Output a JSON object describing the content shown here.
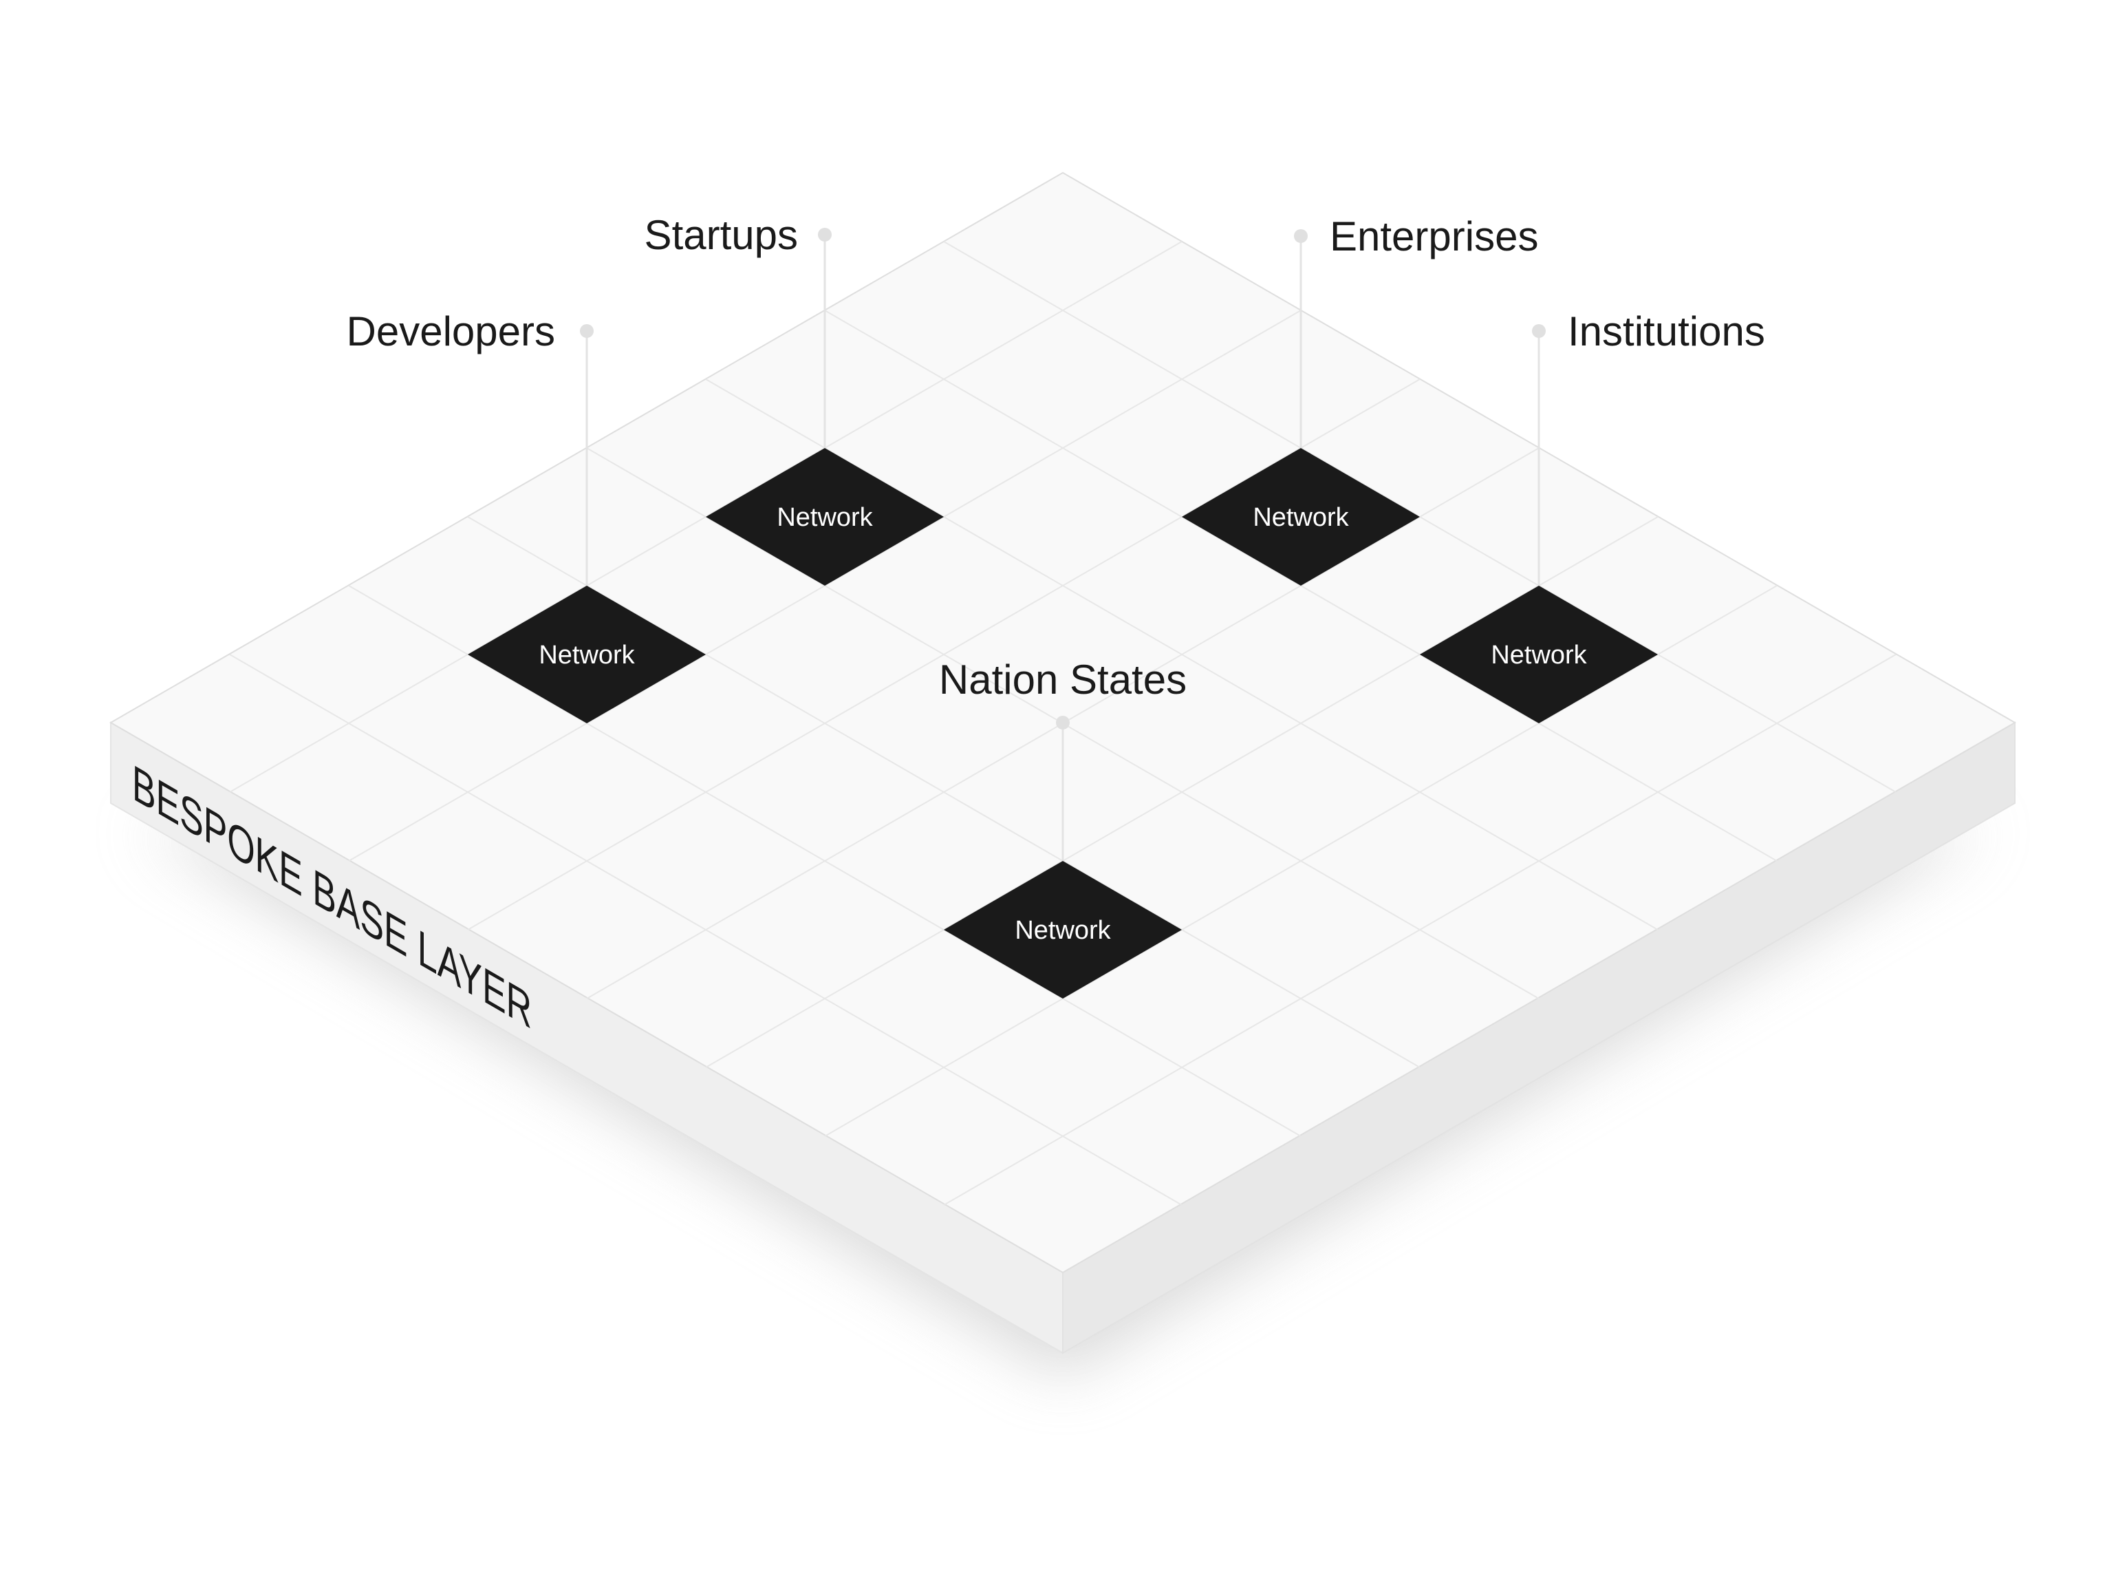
{
  "base_layer": {
    "label": "BESPOKE BASE LAYER",
    "grid_size": 8
  },
  "nodes": [
    {
      "id": "startups",
      "label": "Startups",
      "network_label": "Network"
    },
    {
      "id": "enterprises",
      "label": "Enterprises",
      "network_label": "Network"
    },
    {
      "id": "developers",
      "label": "Developers",
      "network_label": "Network"
    },
    {
      "id": "institutions",
      "label": "Institutions",
      "network_label": "Network"
    },
    {
      "id": "nation_states",
      "label": "Nation States",
      "network_label": "Network"
    }
  ],
  "colors": {
    "node": "#1a1a1a",
    "top_face": "#f9f9f9",
    "left_face": "#efefef",
    "right_face": "#e8e8e8",
    "grid": "#e7e7e7",
    "connector": "#e0e0e0"
  }
}
